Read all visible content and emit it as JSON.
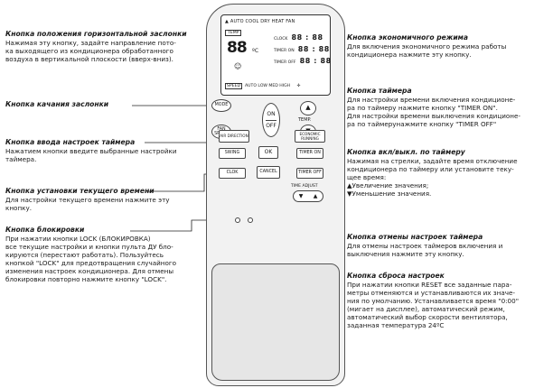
{
  "left_annotations": [
    {
      "title": "Кнопка положения горизонтальной заслонки",
      "body": [
        "Нажимая эту кнопку, задайте направление пото-",
        "ка выходящего из кондиционера обработанного",
        "воздуха в вертикальной плоскости (вверх-вниз)."
      ]
    },
    {
      "title": "Кнопка качания заслонки",
      "body": []
    },
    {
      "title": "Кнопка ввода настроек таймера",
      "body": [
        "Нажатием кнопки введите выбранные настройки",
        "таймера."
      ]
    },
    {
      "title": "Кнопка установки текущего времени",
      "body": [
        "Для настройки текущего времени нажмите эту",
        "кнопку."
      ]
    },
    {
      "title": "Кнопка блокировки",
      "body": [
        "При нажатии кнопки LOCK (БЛОКИРОВКА)",
        "все текущие настройки и кнопки пульта ДУ бло-",
        "кируются (перестают работать). Пользуйтесь",
        "кнопкой \"LOCK\" для предотвращения случайного",
        "изменения настроек кондиционера. Для отмены",
        "блокировки повторно нажмите кнопку \"LOCK\"."
      ]
    }
  ],
  "right_annotations": [
    {
      "title": "Кнопка экономичного режима",
      "body": [
        "Для включения экономичного режима работы",
        "кондиционера нажмите эту кнопку."
      ]
    },
    {
      "title": "Кнопка таймера",
      "body": [
        "Для настройки времени включения кондиционе-",
        "ра по таймеру нажмите кнопку \"TIMER ON\".",
        "Для настройки времени выключения кондиционе-",
        "ра по таймерунажмите кнопку \"TIMER OFF\""
      ]
    },
    {
      "title": "Кнопка вкл/выкл. по таймеру",
      "body": [
        "Нажимая на стрелки, задайте время отключение",
        "кондиционера по таймеру или установите теку-",
        "щее время:",
        "▲Увеличение значения;",
        "▼Уменьшение значения."
      ]
    },
    {
      "title": "Кнопка отмены настроек таймера",
      "body": [
        "Для отмены настроек таймеров включения и",
        "выключения нажмите эту кнопку."
      ]
    },
    {
      "title": "Кнопка сброса настроек",
      "body": [
        "При нажатии кнопки RESET все заданные пара-",
        "метры отменяются и устанавливаются их значе-",
        "ния по умолчанию. Устанавливается время \"0:00\"",
        "(мигает на дисплее), автоматический режим,",
        "автоматический выбор скорости вентилятора,",
        "заданная температура 24ºC"
      ]
    }
  ],
  "remote": {
    "lcd_modes": "▲ AUTO COOL DRY HEAT FAN",
    "lcd_temp": "TEMP",
    "lcd_big": "88",
    "lcd_deg": "ºC",
    "lcd_smile": "☺",
    "lcd_clock": "CLOCK",
    "lcd_timer_on": "TIMER ON",
    "lcd_timer_off": "TIMER OFF",
    "lcd_digits": "88 : 88",
    "lcd_speed_box": "SPEED",
    "lcd_speed": "AUTO LOW MED HIGH",
    "lcd_fan_icon": "✣",
    "btn_mode": "MODE",
    "btn_fan": "FAN SPEED",
    "btn_on": "ON",
    "btn_off": "OFF",
    "btn_temp_up": "▲",
    "btn_temp_down": "▼",
    "temp_label": "TEMP.",
    "btn_air": "AIR DIRECTION",
    "btn_eco": "ECONOMIC RUNNING",
    "btn_swing": "SWING",
    "btn_ok": "OK",
    "btn_timer_on": "TIMER ON",
    "btn_clock": "CLOK",
    "btn_cancel": "CANCEL",
    "btn_timer_off": "TIMER OFF",
    "time_adjust": "TIME ADJUST",
    "adj_down": "▼",
    "adj_up": "▲"
  }
}
